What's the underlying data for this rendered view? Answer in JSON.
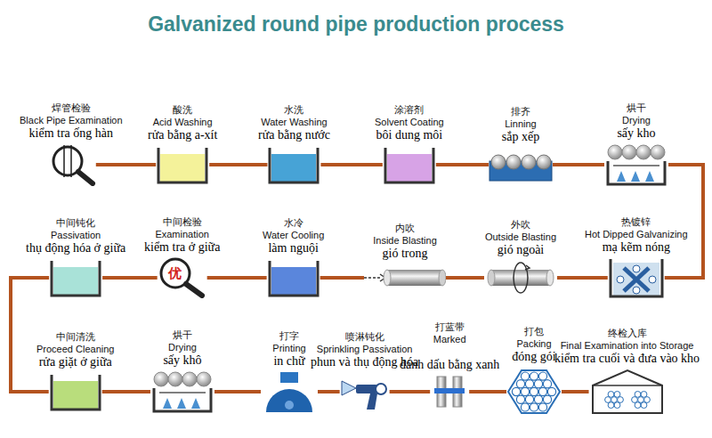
{
  "diagram": {
    "title": "Galvanized round pipe production process",
    "nodes": [
      {
        "text": [
          "焊管检验",
          "Black Pipe Examination",
          "kiểm tra ống hàn"
        ]
      },
      {
        "text": [
          "酸洗",
          "Acid Washing",
          "rửa bằng a-xít"
        ]
      },
      {
        "text": [
          "水洗",
          "Water Washing",
          "rửa bằng nước"
        ]
      },
      {
        "text": [
          "涂溶剂",
          "Solvent Coating",
          "bôi dung môi"
        ]
      },
      {
        "text": [
          "排齐",
          "Linning",
          "sắp xếp"
        ]
      },
      {
        "text": [
          "烘干",
          "Drying",
          "sấy kho"
        ]
      },
      {
        "text": [
          "热镀锌",
          "Hot Dipped Galvanizing",
          "mạ kẽm nóng"
        ]
      },
      {
        "text": [
          "外吹",
          "Outside Blasting",
          "gió ngoài"
        ]
      },
      {
        "text": [
          "内吹",
          "Inside Blasting",
          "gió trong"
        ]
      },
      {
        "text": [
          "水冷",
          "Water Cooling",
          "làm nguội"
        ]
      },
      {
        "text": [
          "中间检验",
          "Examination",
          "kiểm tra ở giữa"
        ]
      },
      {
        "text": [
          "中间钝化",
          "Passivation",
          "thụ động hóa ở giữa"
        ]
      },
      {
        "text": [
          "中间清洗",
          "Proceed Cleaning",
          "rửa giặt ở giữa"
        ]
      },
      {
        "text": [
          "烘干",
          "Drying",
          "sấy khô"
        ]
      },
      {
        "text": [
          "打字",
          "Printing",
          "in chữ"
        ]
      },
      {
        "text": [
          "喷淋钝化",
          "Sprinkling Passivation",
          "phun và thụ động hóa"
        ]
      },
      {
        "text": [
          "打蓝带",
          "Marked",
          "đánh dấu bằng xanh"
        ]
      },
      {
        "text": [
          "打包",
          "Packing",
          "đóng gói"
        ]
      },
      {
        "text": [
          "终检入库",
          "Final Examination into Storage",
          "kiểm tra cuối và đưa vào kho"
        ]
      }
    ],
    "edges": [
      {
        "from": 0,
        "to": 1,
        "arrow": "none"
      },
      {
        "from": 1,
        "to": 2,
        "arrow": "none"
      },
      {
        "from": 2,
        "to": 3,
        "arrow": "none"
      },
      {
        "from": 3,
        "to": 4,
        "arrow": "none"
      },
      {
        "from": 4,
        "to": 5,
        "arrow": "none"
      },
      {
        "from": 5,
        "to": 6,
        "arrow": "none"
      },
      {
        "from": 6,
        "to": 7,
        "arrow": "none"
      },
      {
        "from": 7,
        "to": 8,
        "arrow": "none"
      },
      {
        "from": 8,
        "to": 9,
        "arrow": "none"
      },
      {
        "from": 9,
        "to": 10,
        "arrow": "none"
      },
      {
        "from": 10,
        "to": 11,
        "arrow": "none"
      },
      {
        "from": 11,
        "to": 12,
        "arrow": "none"
      },
      {
        "from": 12,
        "to": 13,
        "arrow": "none"
      },
      {
        "from": 13,
        "to": 14,
        "arrow": "none"
      },
      {
        "from": 14,
        "to": 15,
        "arrow": "none"
      },
      {
        "from": 15,
        "to": 16,
        "arrow": "none"
      },
      {
        "from": 16,
        "to": 17,
        "arrow": "none"
      },
      {
        "from": 17,
        "to": 18,
        "arrow": "none"
      }
    ],
    "labels": [
      "优"
    ]
  }
}
